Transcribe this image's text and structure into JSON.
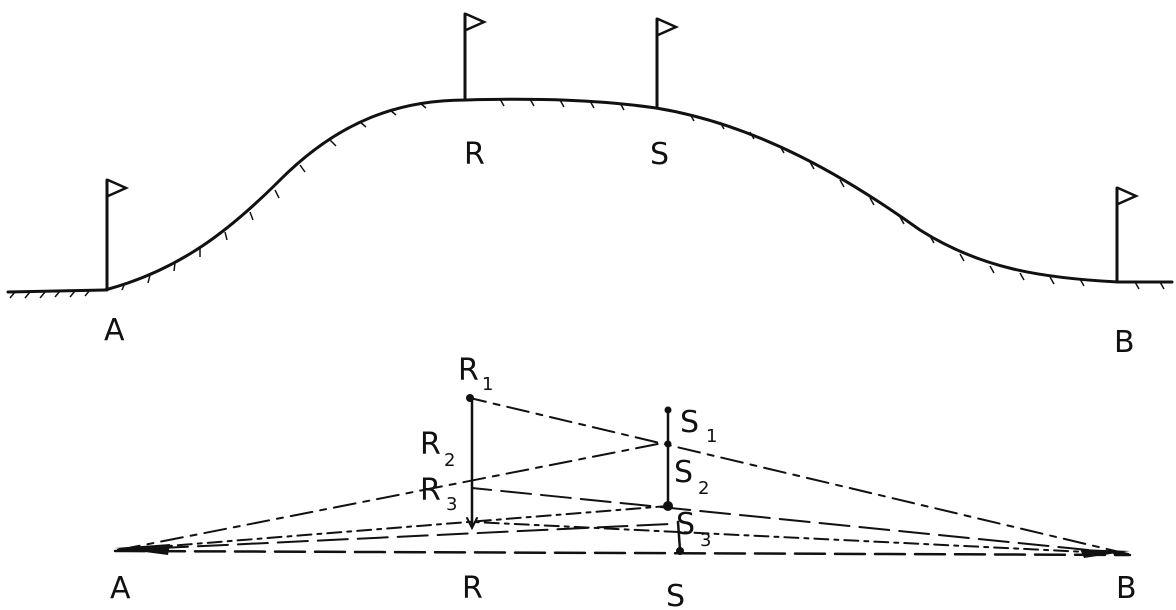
{
  "top": {
    "labels": {
      "a": "A",
      "r": "R",
      "s": "S",
      "b": "B"
    }
  },
  "bottom": {
    "labels": {
      "a": "A",
      "r": "R",
      "s": "S",
      "b": "B",
      "r1": "R",
      "r1_sub": "1",
      "r2": "R",
      "r2_sub": "2",
      "r3": "R",
      "r3_sub": "3",
      "s1": "S",
      "s1_sub": "1",
      "s2": "S",
      "s2_sub": "2",
      "s3": "S",
      "s3_sub": "3"
    }
  },
  "colors": {
    "ink": "#111111",
    "background": "#ffffff"
  }
}
